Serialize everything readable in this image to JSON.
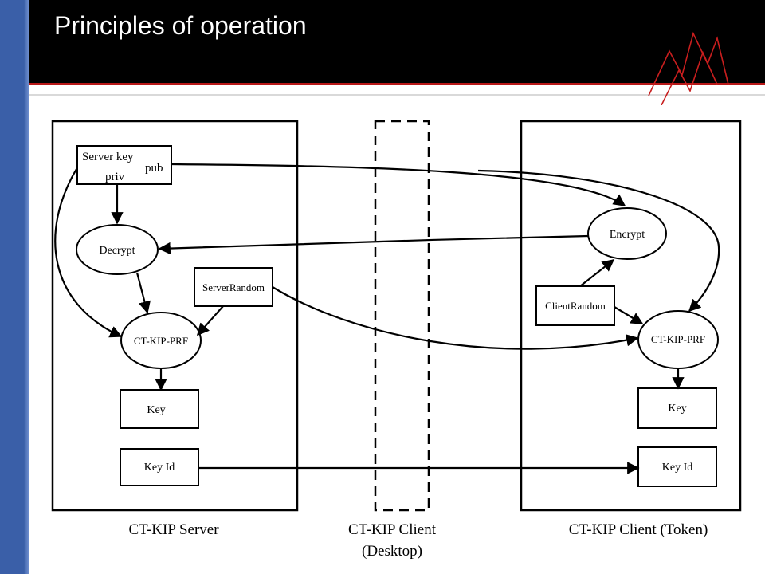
{
  "slide": {
    "title": "Principles of operation"
  },
  "diagram": {
    "server": {
      "caption": "CT-KIP Server",
      "server_key": {
        "line1": "Server key",
        "pub": "pub",
        "priv": "priv"
      },
      "decrypt": "Decrypt",
      "server_random": "ServerRandom",
      "prf": "CT-KIP-PRF",
      "key": "Key",
      "key_id": "Key Id"
    },
    "desktop": {
      "caption_line1": "CT-KIP Client",
      "caption_line2": "(Desktop)"
    },
    "token": {
      "caption": "CT-KIP Client (Token)",
      "encrypt": "Encrypt",
      "client_random": "ClientRandom",
      "prf": "CT-KIP-PRF",
      "key": "Key",
      "key_id": "Key Id"
    }
  },
  "colors": {
    "sidebar": "#3a5fa8",
    "header": "#000000",
    "accent": "#b81818"
  }
}
